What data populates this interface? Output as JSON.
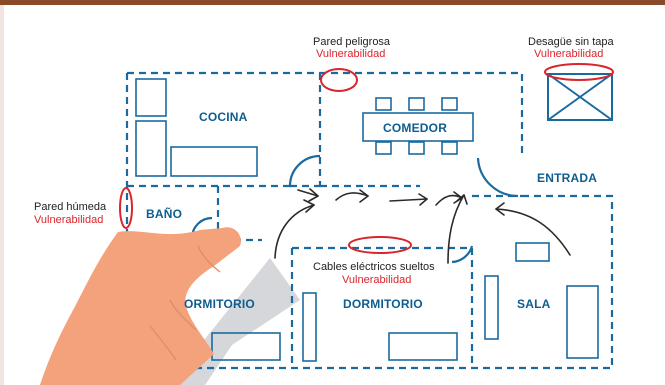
{
  "colors": {
    "wall": "#1a6aa0",
    "room_text": "#0e5d8f",
    "vulnerability": "#d8262c",
    "arrow": "#2a2a2a",
    "hand": "#f4a27c",
    "shadow": "#d0d3d6",
    "top_border": "#8a4a2a"
  },
  "rooms": {
    "cocina": "COCINA",
    "comedor": "COMEDOR",
    "entrada": "ENTRADA",
    "bano": "BAÑO",
    "dormitorio_left": "ORMITORIO",
    "dormitorio_center": "DORMITORIO",
    "sala": "SALA"
  },
  "callouts": [
    {
      "id": "pared-peligrosa",
      "title": "Pared peligrosa",
      "tag": "Vulnerabilidad"
    },
    {
      "id": "desague",
      "title": "Desagüe sin tapa",
      "tag": "Vulnerabilidad"
    },
    {
      "id": "pared-humeda",
      "title": "Pared húmeda",
      "tag": "Vulnerabilidad"
    },
    {
      "id": "cables",
      "title": "Cables eléctricos sueltos",
      "tag": "Vulnerabilidad"
    }
  ],
  "icons": [
    "hand-pointing-icon",
    "evacuation-arrow-icon",
    "drain-icon"
  ]
}
